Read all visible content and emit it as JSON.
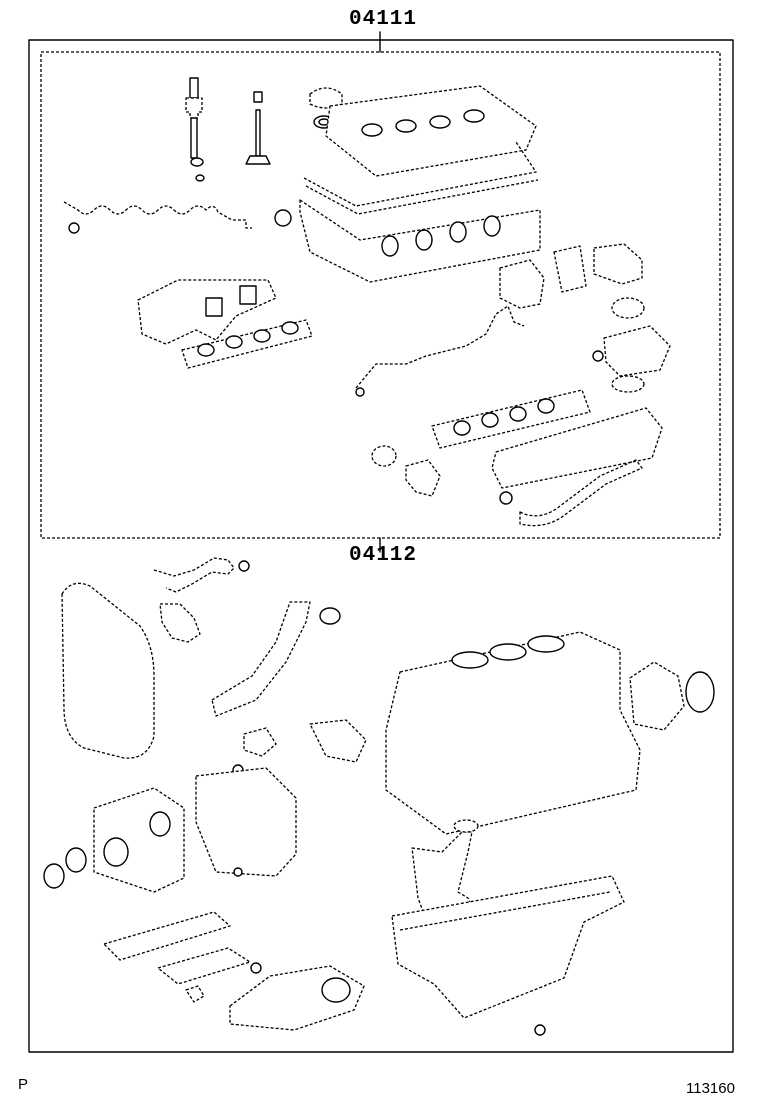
{
  "diagram": {
    "kit_upper_label": "04111",
    "kit_lower_label": "04112",
    "corner_left": "P",
    "corner_right": "113160"
  }
}
